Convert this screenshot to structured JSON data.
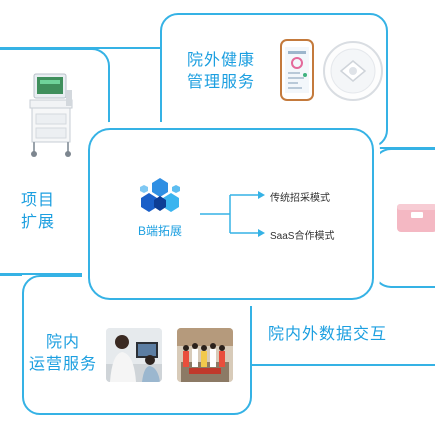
{
  "outside_health": {
    "line1": "院外健康",
    "line2": "管理服务"
  },
  "project": {
    "line1": "项目",
    "line2": "扩展"
  },
  "b_end": {
    "label": "B端拓展"
  },
  "modes": [
    {
      "label": "传统招采模式"
    },
    {
      "label": "SaaS合作模式"
    }
  ],
  "inhouse": {
    "line1": "院内",
    "line2": "运营服务"
  },
  "data_exchange": {
    "label": "院内外数据交互"
  },
  "colors": {
    "accent": "#35b2e5",
    "text_blue": "#1c9fe0",
    "scale_pink": "#f4b8c3"
  }
}
